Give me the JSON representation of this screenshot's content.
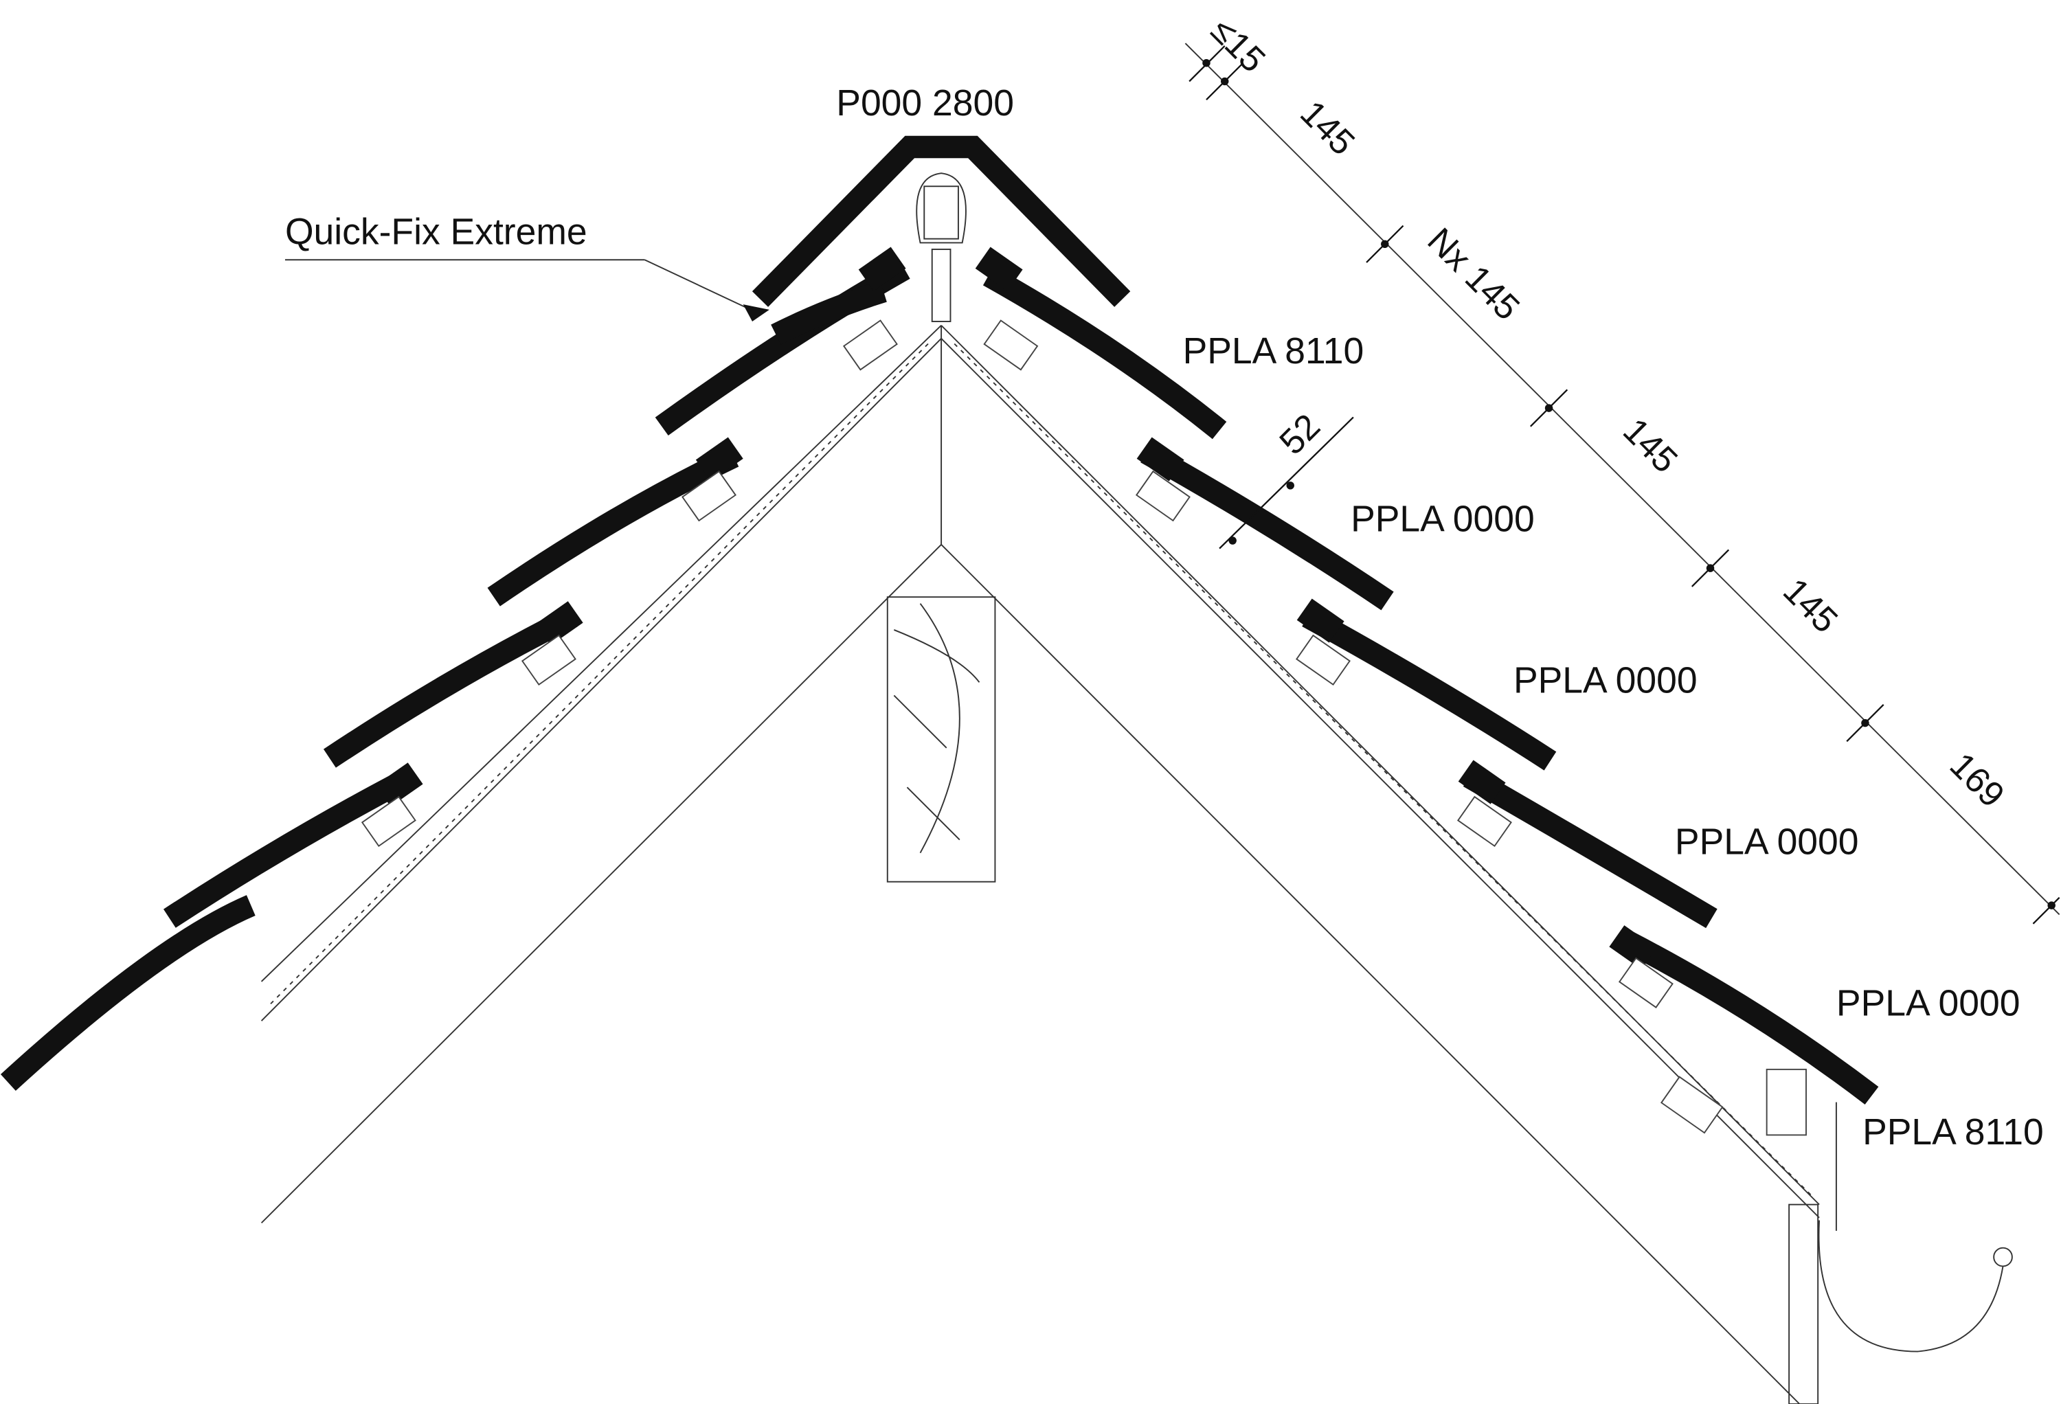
{
  "labels": {
    "ridge_tile": "P000 2800",
    "clip": "Quick-Fix Extreme",
    "top_tile": "PPLA 8110",
    "tile_row_1": "PPLA 0000",
    "tile_row_2": "PPLA 0000",
    "tile_row_3": "PPLA 0000",
    "tile_row_4": "PPLA 0000",
    "eaves_tile": "PPLA 8110"
  },
  "dimensions": {
    "ridge_gap": "≤15",
    "first": "145",
    "repeat": "Nx 145",
    "third": "145",
    "fourth": "145",
    "eaves": "169",
    "overlap": "52"
  }
}
